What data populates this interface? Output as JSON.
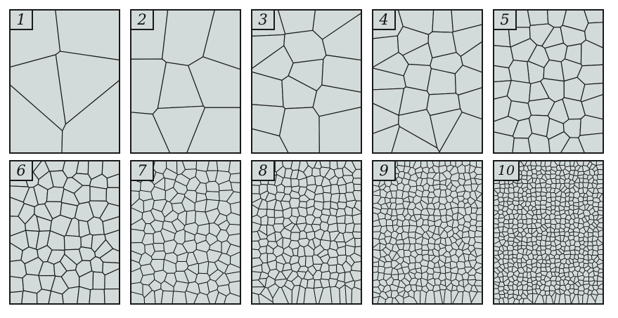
{
  "colors": {
    "grain_fill": "#d3dada",
    "boundary": "#1a1a1a",
    "background": "#ffffff"
  },
  "panels": [
    {
      "label": "1",
      "grains": 6,
      "seed": 11
    },
    {
      "label": "2",
      "grains": 9,
      "seed": 23
    },
    {
      "label": "3",
      "grains": 16,
      "seed": 37
    },
    {
      "label": "4",
      "grains": 26,
      "seed": 41
    },
    {
      "label": "5",
      "grains": 48,
      "seed": 53
    },
    {
      "label": "6",
      "grains": 80,
      "seed": 67
    },
    {
      "label": "7",
      "grains": 140,
      "seed": 71
    },
    {
      "label": "8",
      "grains": 240,
      "seed": 83
    },
    {
      "label": "9",
      "grains": 420,
      "seed": 97
    },
    {
      "label": "10",
      "grains": 720,
      "seed": 101
    }
  ]
}
